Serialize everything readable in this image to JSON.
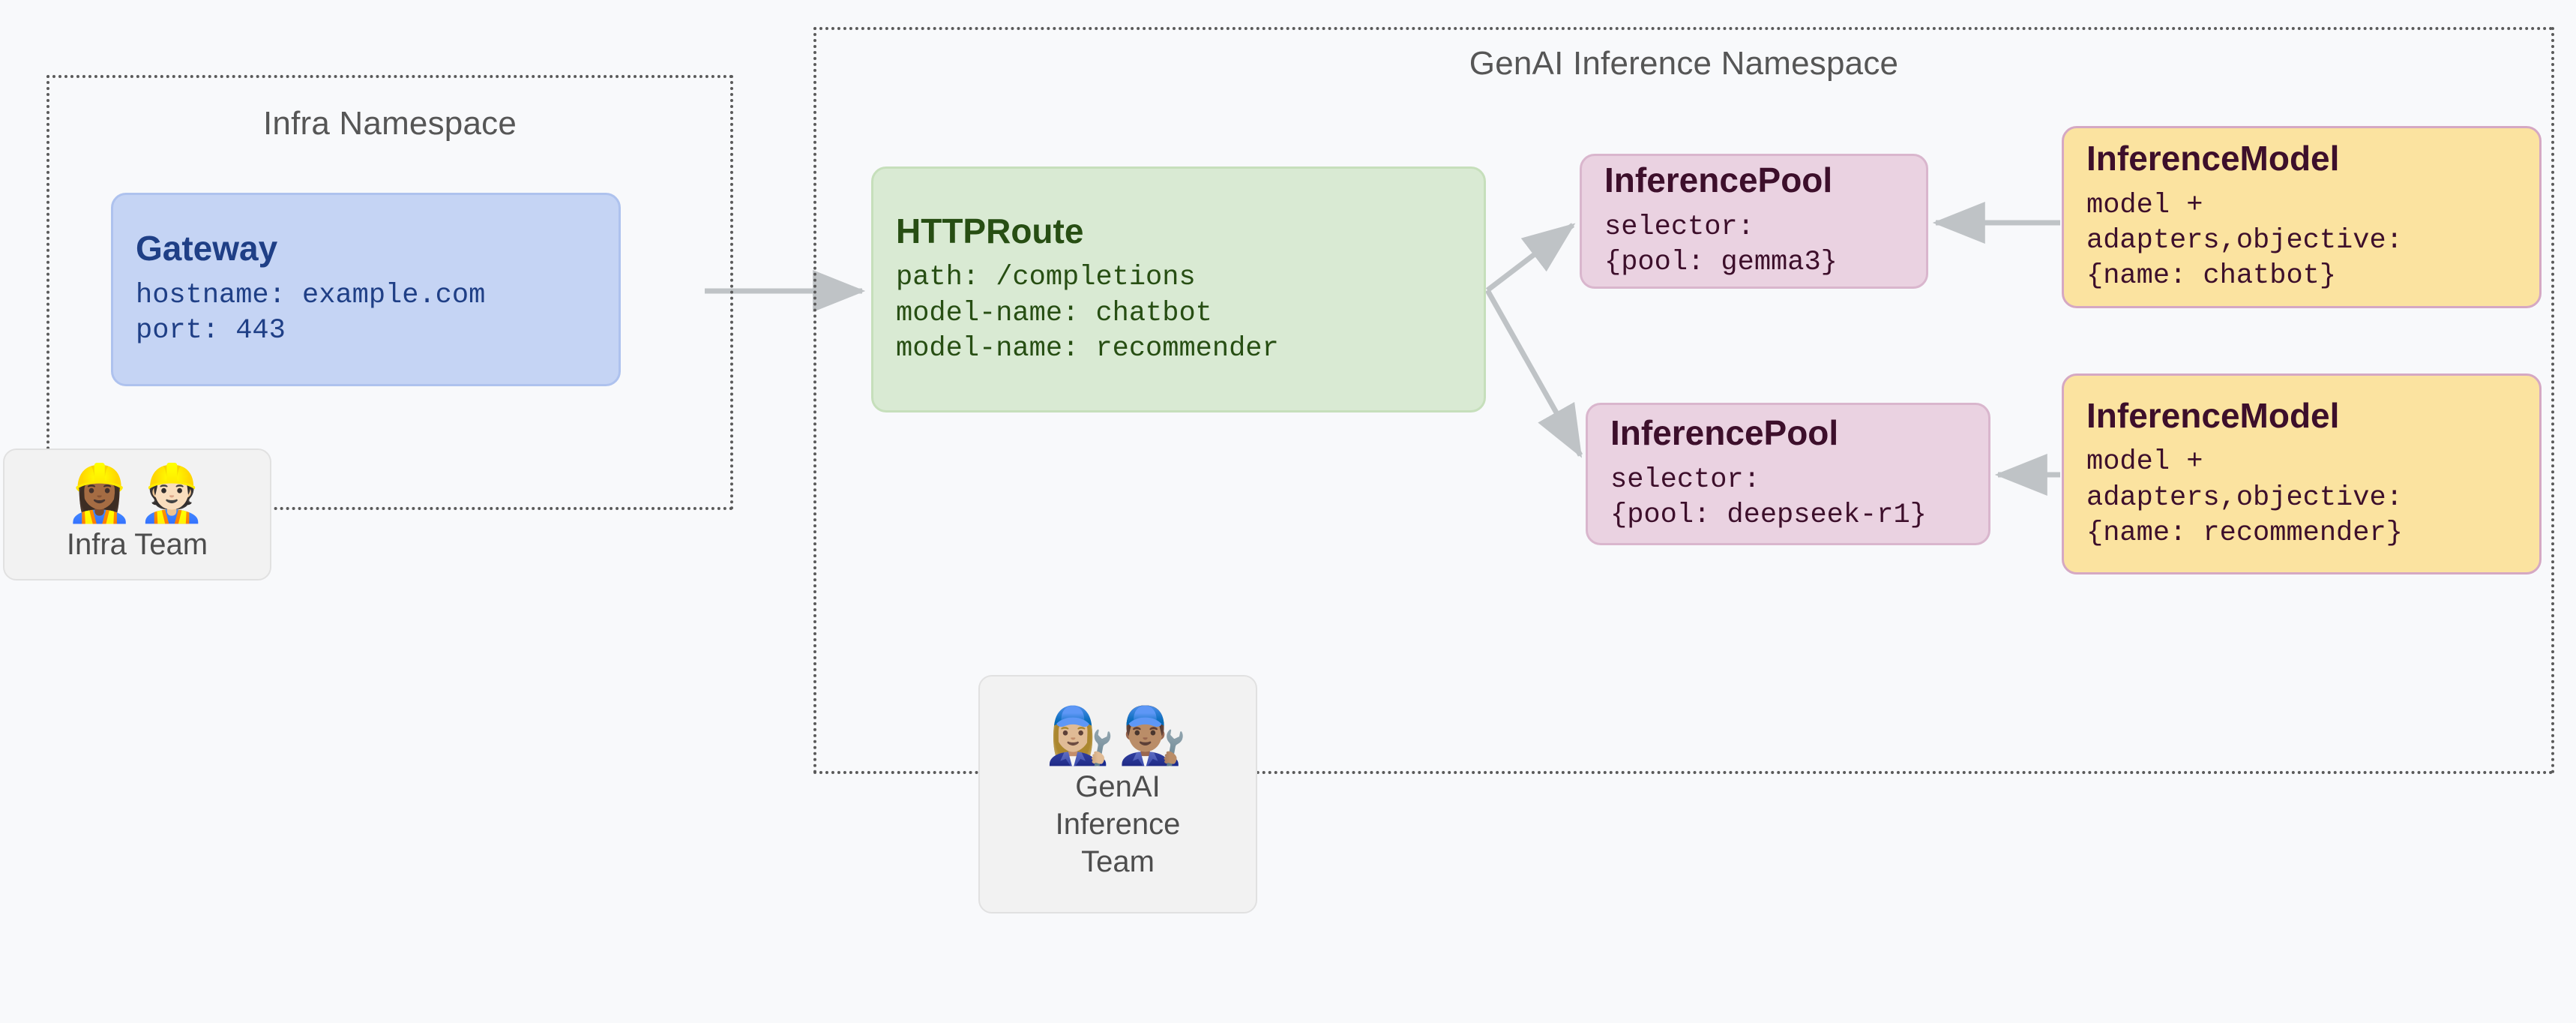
{
  "diagram": {
    "background_color": "#f8f9fb",
    "connector_color": "#bfc3c6"
  },
  "namespaces": [
    {
      "id": "infra",
      "title": "Infra Namespace"
    },
    {
      "id": "genai",
      "title": "GenAI Inference Namespace"
    }
  ],
  "nodes": {
    "gateway": {
      "title": "Gateway",
      "lines": [
        "hostname: example.com",
        "port: 443"
      ],
      "fill": "#c5d4f4",
      "text_color": "#1f3f86"
    },
    "httproute": {
      "title": "HTTPRoute",
      "lines": [
        "path: /completions",
        "model-name: chatbot",
        "model-name: recommender"
      ],
      "fill": "#d9ead3",
      "text_color": "#274e13"
    },
    "pool_gemma3": {
      "title": "InferencePool",
      "lines": [
        "selector:",
        "{pool: gemma3}"
      ],
      "fill": "#ead2e1",
      "text_color": "#3d0f2b"
    },
    "pool_deepseek": {
      "title": "InferencePool",
      "lines": [
        "selector:",
        "{pool: deepseek-r1}"
      ],
      "fill": "#ead2e1",
      "text_color": "#3d0f2b"
    },
    "model_chatbot": {
      "title": "InferenceModel",
      "lines": [
        "model +",
        "adapters,objective:",
        "{name: chatbot}"
      ],
      "fill": "#fbe3a0",
      "text_color": "#3d0f2b"
    },
    "model_recommender": {
      "title": "InferenceModel",
      "lines": [
        "model +",
        "adapters,objective:",
        "{name: recommender}"
      ],
      "fill": "#fbe3a0",
      "text_color": "#3d0f2b"
    }
  },
  "teams": {
    "infra": {
      "label": "Infra Team",
      "emojis": "👷🏾‍♀️👷🏻",
      "icon_names": [
        "construction-worker-woman-icon",
        "construction-worker-man-icon"
      ]
    },
    "genai": {
      "label": "GenAI\nInference\nTeam",
      "emojis": "👩🏼‍🔧👨🏽‍🔧",
      "icon_names": [
        "mechanic-woman-icon",
        "mechanic-man-icon"
      ]
    }
  },
  "connectors": [
    {
      "name": "gateway-to-httproute",
      "from": "Gateway",
      "to": "HTTPRoute"
    },
    {
      "name": "httproute-to-pool-gemma3",
      "from": "HTTPRoute",
      "to": "InferencePool {pool: gemma3}"
    },
    {
      "name": "httproute-to-pool-deepseek",
      "from": "HTTPRoute",
      "to": "InferencePool {pool: deepseek-r1}"
    },
    {
      "name": "model-chatbot-to-pool-gemma3",
      "from": "InferenceModel {name: chatbot}",
      "to": "InferencePool {pool: gemma3}"
    },
    {
      "name": "model-recommender-to-pool-deepseek",
      "from": "InferenceModel {name: recommender}",
      "to": "InferencePool {pool: deepseek-r1}"
    }
  ]
}
